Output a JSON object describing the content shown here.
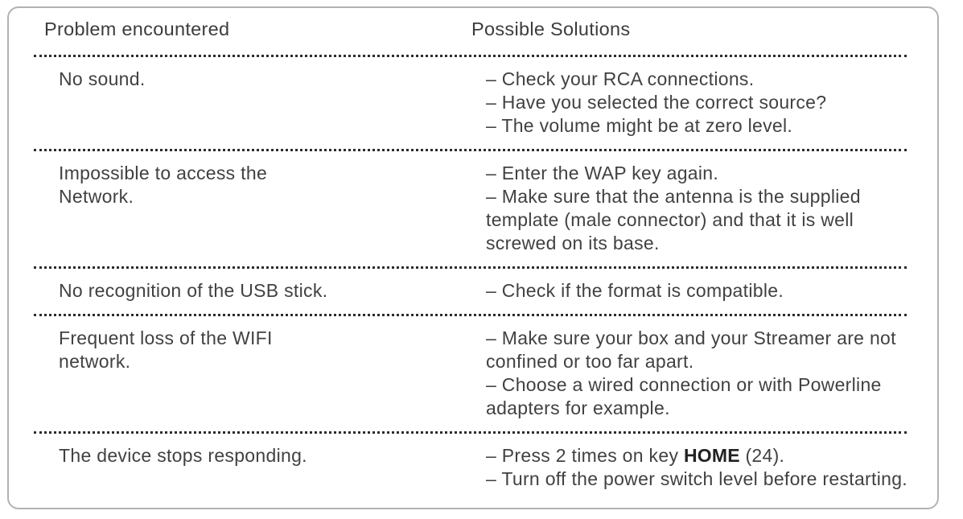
{
  "document": {
    "type": "troubleshooting-table",
    "colors": {
      "text": "#414141",
      "bold_text": "#222222",
      "border": "#b2b2b2",
      "separator_dots": "#2c2c2c",
      "background": "#ffffff"
    },
    "headers": {
      "problem": "Problem encountered",
      "solutions": "Possible Solutions"
    },
    "rows": [
      {
        "problem": [
          "No sound."
        ],
        "solutions": [
          [
            {
              "t": "– Check your RCA connections."
            }
          ],
          [
            {
              "t": "– Have you selected the correct source?"
            }
          ],
          [
            {
              "t": "– The volume might be at zero level."
            }
          ]
        ]
      },
      {
        "problem": [
          "Impossible to access the",
          "Network."
        ],
        "solutions": [
          [
            {
              "t": "– Enter the WAP key again."
            }
          ],
          [
            {
              "t": "– Make sure that the antenna is the supplied"
            }
          ],
          [
            {
              "t": "template (male connector) and that it is well"
            }
          ],
          [
            {
              "t": "screwed on its base."
            }
          ]
        ]
      },
      {
        "problem": [
          "No recognition of the USB stick."
        ],
        "solutions": [
          [
            {
              "t": "– Check if the format is compatible."
            }
          ]
        ]
      },
      {
        "problem": [
          "Frequent loss of the WIFI",
          "network."
        ],
        "solutions": [
          [
            {
              "t": "– Make sure your box and your Streamer are not"
            }
          ],
          [
            {
              "t": "confined or too far apart."
            }
          ],
          [
            {
              "t": "– Choose a wired connection or with Powerline"
            }
          ],
          [
            {
              "t": "adapters for example."
            }
          ]
        ]
      },
      {
        "problem": [
          "The device stops responding."
        ],
        "solutions": [
          [
            {
              "t": "– Press 2 times on key "
            },
            {
              "t": "HOME",
              "b": true
            },
            {
              "t": " (24)."
            }
          ],
          [
            {
              "t": "– Turn off the power switch level before restarting."
            }
          ]
        ]
      }
    ]
  }
}
